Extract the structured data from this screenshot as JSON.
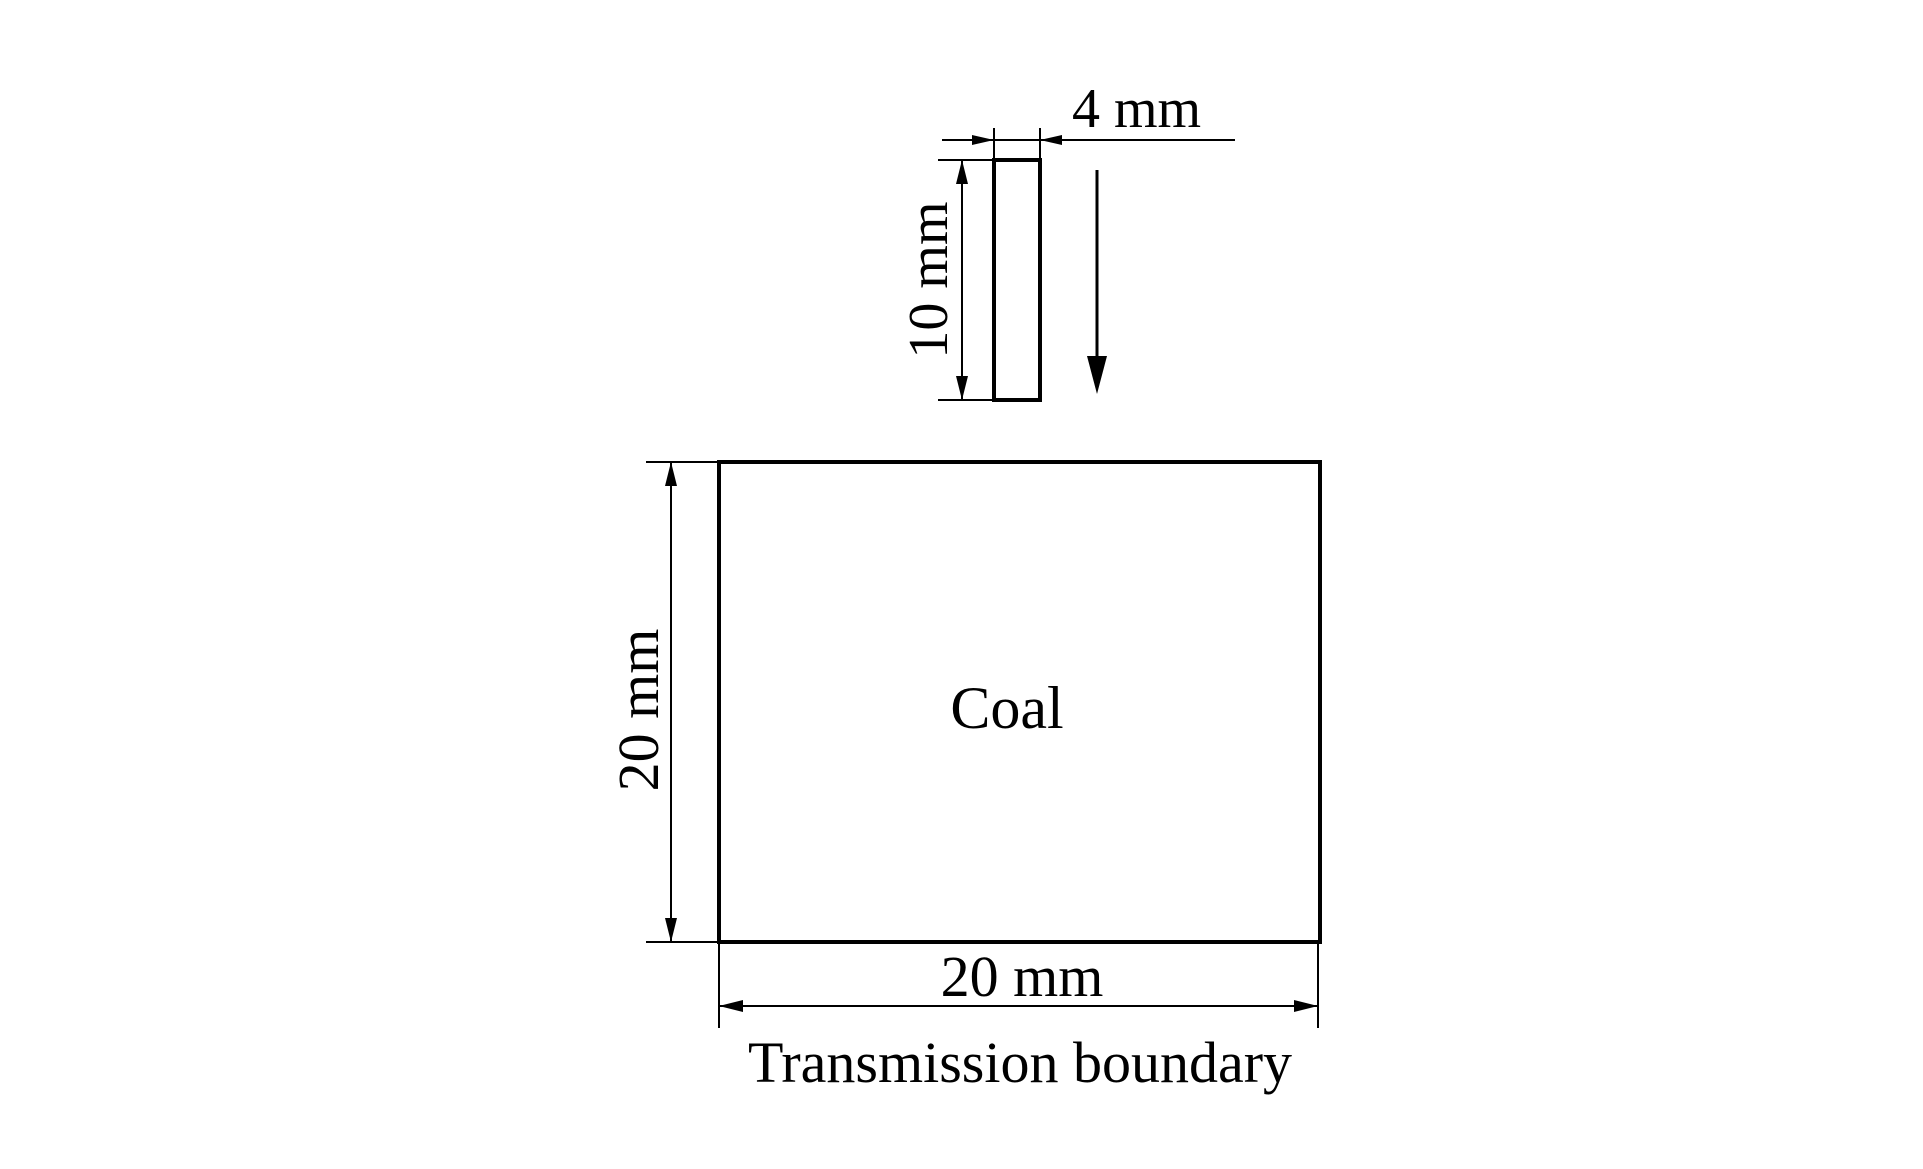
{
  "diagram": {
    "projectile_width": "4 mm",
    "projectile_height": "10 mm",
    "target_height": "20 mm",
    "target_width": "20 mm",
    "target_material": "Coal",
    "bottom_boundary": "Transmission boundary"
  },
  "colors": {
    "stroke": "#000000",
    "background": "#ffffff"
  }
}
